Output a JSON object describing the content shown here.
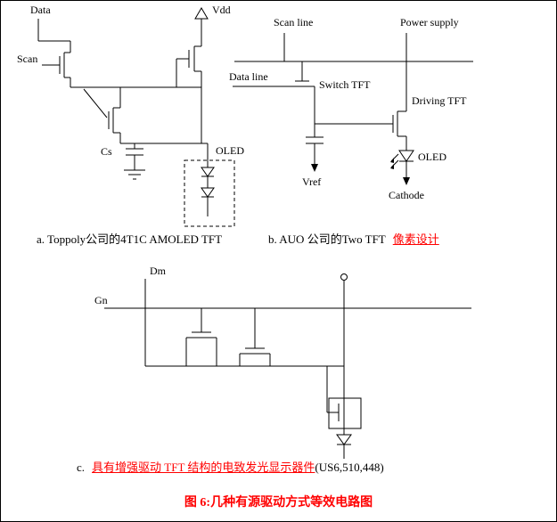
{
  "figure": {
    "caption": "图 6:几种有源驱动方式等效电路图"
  },
  "colors": {
    "accent_red": "#ff0000",
    "wire": "#000000",
    "background": "#ffffff"
  },
  "circuit_a": {
    "labels": {
      "data": "Data",
      "vdd": "Vdd",
      "scan": "Scan",
      "cs": "Cs",
      "oled": "OLED"
    },
    "caption": "a. Toppoly公司的4T1C AMOLED TFT"
  },
  "circuit_b": {
    "labels": {
      "scan_line": "Scan line",
      "power_supply": "Power supply",
      "data_line": "Data line",
      "switch_tft": "Switch TFT",
      "driving_tft": "Driving TFT",
      "vref": "Vref",
      "oled": "OLED",
      "cathode": "Cathode"
    },
    "caption_black": "b. AUO 公司的Two TFT",
    "caption_red": "像素设计"
  },
  "circuit_c": {
    "labels": {
      "dm": "Dm",
      "gn": "Gn"
    },
    "caption_letter": "c.",
    "caption_red": "具有增强驱动 TFT 结构的电致发光显示器件",
    "caption_black": "(US6,510,448)"
  }
}
